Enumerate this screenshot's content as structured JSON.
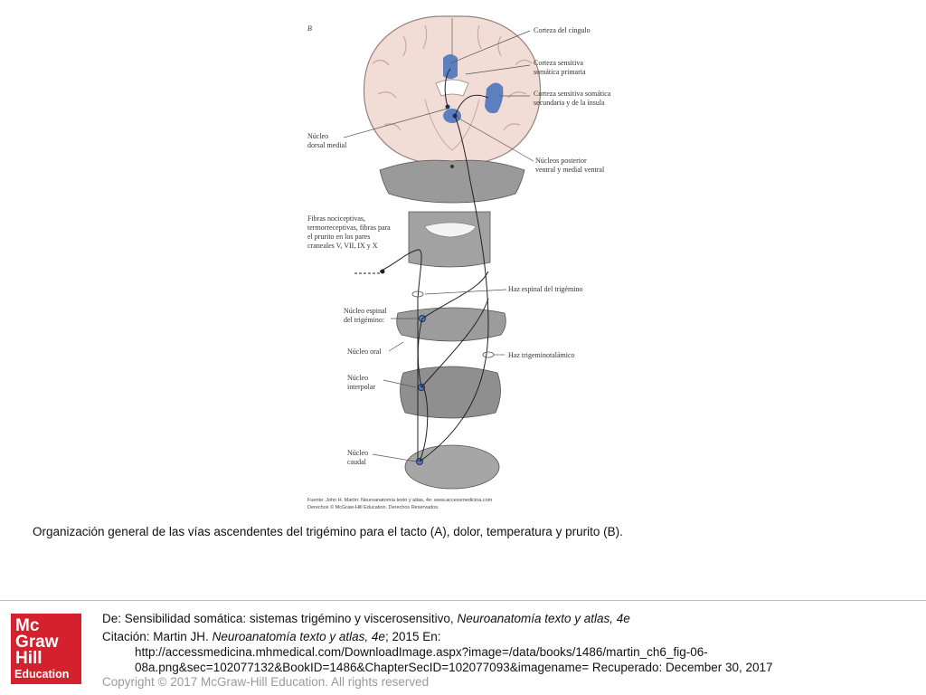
{
  "figure": {
    "panel_letter": "B",
    "labels": {
      "corteza_cingulo": "Corteza del cíngulo",
      "corteza_sensitiva_1": "Corteza sensitiva",
      "corteza_sensitiva_2": "somática primaria",
      "corteza_secundaria_1": "Corteza sensitiva somática",
      "corteza_secundaria_2": "secundaria y de la ínsula",
      "nucleo_dm_1": "Núcleo",
      "nucleo_dm_2": "dorsal medial",
      "nucleos_post_1": "Núcleos posterior",
      "nucleos_post_2": "ventral y medial ventral",
      "fibras_1": "Fibras nociceptivas,",
      "fibras_2": "termorreceptivas, fibras para",
      "fibras_3": "el prurito en los pares",
      "fibras_4": "craneales V, VII, IX y X",
      "haz_espinal": "Haz espinal del trigémino",
      "nucleo_espinal_1": "Núcleo espinal",
      "nucleo_espinal_2": "del trigémino:",
      "nucleo_oral": "Núcleo oral",
      "haz_trigemino": "Haz trigeminotalámico",
      "nucleo_interpolar_1": "Núcleo",
      "nucleo_interpolar_2": "interpolar",
      "nucleo_caudal_1": "Núcleo",
      "nucleo_caudal_2": "caudal"
    },
    "source_1": "Fuente: John H. Martin: Neuroanatomía texto y atlas, 4e: www.accessmedicina.com",
    "source_2": "Derechos © McGraw-Hill Education. Derechos Reservados."
  },
  "caption": "Organización general de las vías ascendentes del trigémino para el tacto (A), dolor, temperatura y prurito (B).",
  "citation": {
    "de_label": "De:",
    "de_chapter": "Sensibilidad somática: sistemas trigémino y viscerosensitivo,",
    "de_book": "Neuroanatomía texto y atlas, 4e",
    "cit_label": "Citación:",
    "cit_author": "Martin JH.",
    "cit_book": "Neuroanatomía texto y atlas, 4e",
    "cit_year": "; 2015 En:",
    "cit_url_1": "http://accessmedicina.mhmedical.com/DownloadImage.aspx?image=/data/books/1486/martin_ch6_fig-06-",
    "cit_url_2a": "08a.png&sec=102077132&BookID=1486&ChapterSecID=102077093&imagename=",
    "cit_recuperado": "Recuperado:",
    "cit_date": "December 30, 2017"
  },
  "copyright": "Copyright © 2017 McGraw-Hill Education. All rights reserved",
  "logo": {
    "line1": "Mc",
    "line2": "Graw",
    "line3": "Hill",
    "line4": "Education"
  },
  "colors": {
    "brand_red": "#d5202e",
    "highlight_blue": "#5b7fbf",
    "brain_pink": "#f1dcd6",
    "slice_gray": "#8f8f8f"
  }
}
